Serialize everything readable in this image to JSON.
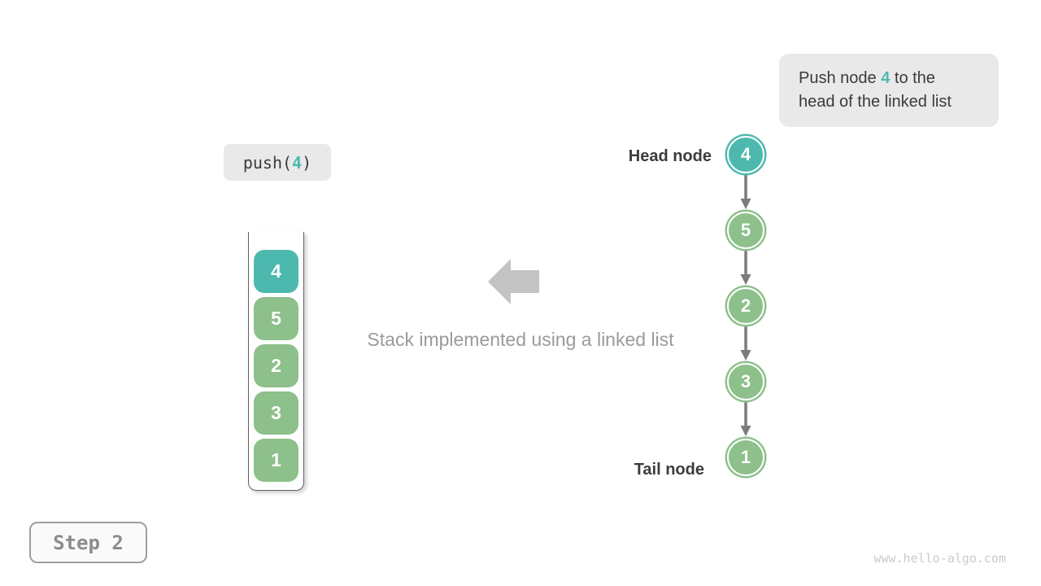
{
  "colors": {
    "teal": "#4db9ae",
    "green": "#8dc08b",
    "box_bg": "#e9e9e9",
    "text_dark": "#3b3b3b",
    "text_gray": "#9a9a9a",
    "block_arrow_gray": "#c3c3c3",
    "connector_gray": "#7b7b7b"
  },
  "callout": {
    "prefix": "Push node ",
    "highlight": "4",
    "suffix": " to the head of the linked list"
  },
  "operation": {
    "prefix": "push(",
    "arg": "4",
    "suffix": ")"
  },
  "stack": {
    "items": [
      {
        "value": "4",
        "color_class": "teal"
      },
      {
        "value": "5",
        "color_class": "green"
      },
      {
        "value": "2",
        "color_class": "green"
      },
      {
        "value": "3",
        "color_class": "green"
      },
      {
        "value": "1",
        "color_class": "green"
      }
    ]
  },
  "caption": "Stack implemented using a linked list",
  "linked_list": {
    "head_label": "Head node",
    "tail_label": "Tail node",
    "nodes": [
      {
        "value": "4",
        "color_class": "teal"
      },
      {
        "value": "5",
        "color_class": "green"
      },
      {
        "value": "2",
        "color_class": "green"
      },
      {
        "value": "3",
        "color_class": "green"
      },
      {
        "value": "1",
        "color_class": "green"
      }
    ]
  },
  "step_badge": "Step 2",
  "watermark": "www.hello-algo.com"
}
